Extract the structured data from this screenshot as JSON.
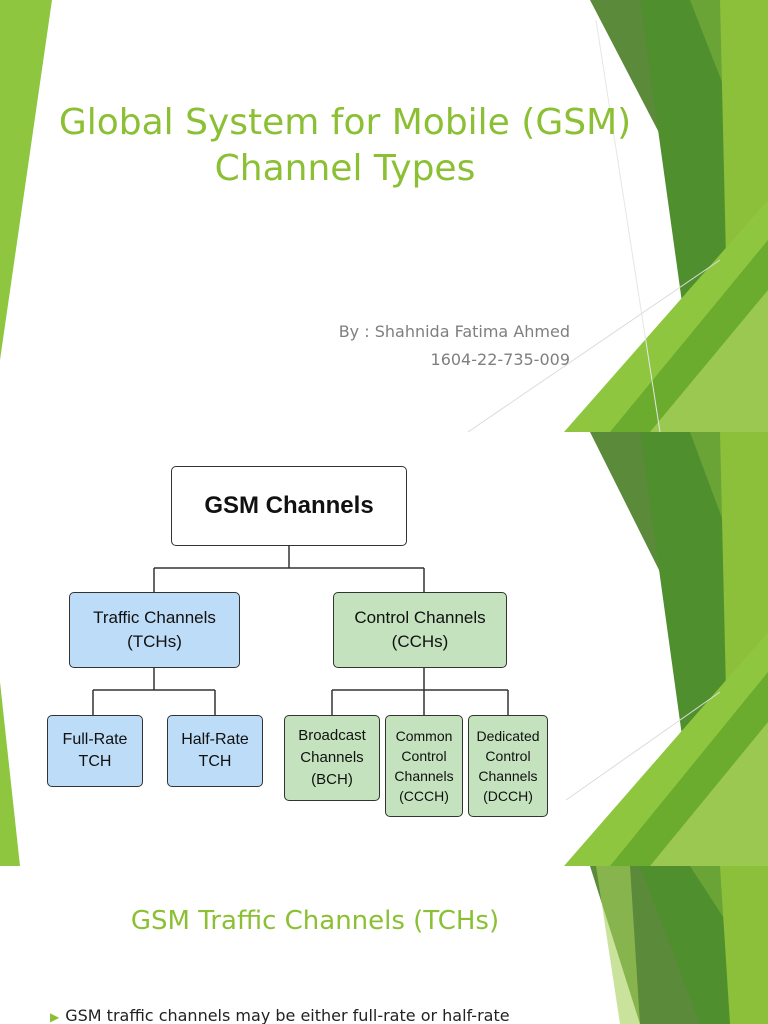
{
  "slides": [
    {
      "title": "Global System for Mobile (GSM) Channel Types",
      "author_line": "By  :  Shahnida Fatima Ahmed",
      "id_line": "1604-22-735-009"
    },
    {
      "diagram": {
        "root": "GSM Channels",
        "traffic": "Traffic Channels\n(TCHs)",
        "control": "Control Channels\n(CCHs)",
        "full_rate": "Full-Rate\nTCH",
        "half_rate": "Half-Rate\nTCH",
        "broadcast": "Broadcast\nChannels\n(BCH)",
        "common": "Common\nControl\nChannels\n(CCCH)",
        "dedicated": "Dedicated\nControl\nChannels\n(DCCH)"
      }
    },
    {
      "title": "GSM Traffic Channels (TCHs)",
      "bullet": "GSM traffic channels may be either full-rate or half-rate"
    }
  ],
  "colors": {
    "accent": "#8cc034",
    "traffic_fill": "#bddcf7",
    "control_fill": "#c3e2bd"
  },
  "icons": {
    "bullet": "triangle-right-icon"
  }
}
